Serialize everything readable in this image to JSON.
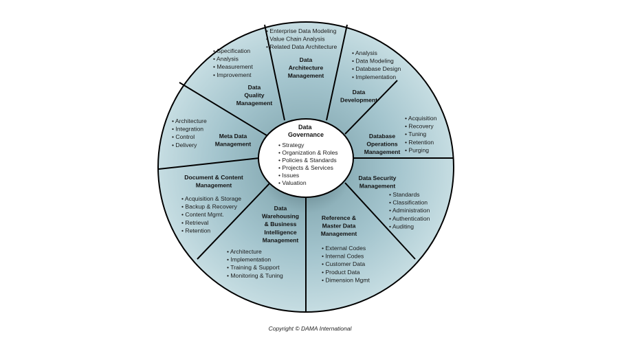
{
  "colors": {
    "ring_fill": "#a3c4cd",
    "ring_edge": "#c6dde2",
    "hub_shadow": "#4e6b73",
    "center_fill": "#ffffff",
    "lines": "#000000"
  },
  "center": {
    "title": [
      "Data",
      "Governance"
    ],
    "items": [
      "Strategy",
      "Organization & Roles",
      "Policies & Standards",
      "Projects & Services",
      "Issues",
      "Valuation"
    ]
  },
  "segments": [
    {
      "key": "architecture",
      "title": [
        "Data",
        "Architecture",
        "Management"
      ],
      "items": [
        "Enterprise Data Modeling",
        "Value Chain Analysis",
        "Related Data Architecture"
      ]
    },
    {
      "key": "development",
      "title": [
        "Data",
        "Development"
      ],
      "items": [
        "Analysis",
        "Data Modeling",
        "Database Design",
        "Implementation"
      ]
    },
    {
      "key": "db-operations",
      "title": [
        "Database",
        "Operations",
        "Management"
      ],
      "items": [
        "Acquisition",
        "Recovery",
        "Tuning",
        "Retention",
        "Purging"
      ]
    },
    {
      "key": "security",
      "title": [
        "Data  Security",
        "Management"
      ],
      "items": [
        "Standards",
        "Classification",
        "Administration",
        "Authentication",
        "Auditing"
      ]
    },
    {
      "key": "reference-master",
      "title": [
        "Reference &",
        "Master Data",
        "Management"
      ],
      "items": [
        "External Codes",
        "Internal Codes",
        "Customer Data",
        "Product Data",
        "Dimension Mgmt"
      ]
    },
    {
      "key": "warehousing-bi",
      "title": [
        "Data",
        "Warehousing",
        "& Business",
        "Intelligence",
        "Management"
      ],
      "items": [
        "Architecture",
        "Implementation",
        "Training & Support",
        "Monitoring & Tuning"
      ]
    },
    {
      "key": "document-content",
      "title": [
        "Document & Content",
        "Management"
      ],
      "items": [
        "Acquisition & Storage",
        "Backup & Recovery",
        "Content Mgmt.",
        "Retrieval",
        "Retention"
      ]
    },
    {
      "key": "meta-data",
      "title": [
        "Meta Data",
        "Management"
      ],
      "items": [
        "Architecture",
        "Integration",
        "Control",
        "Delivery"
      ]
    },
    {
      "key": "quality",
      "title": [
        "Data",
        "Quality",
        "Management"
      ],
      "items": [
        "Specification",
        "Analysis",
        "Measurement",
        "Improvement"
      ]
    }
  ],
  "copyright": "Copyright © DAMA International"
}
